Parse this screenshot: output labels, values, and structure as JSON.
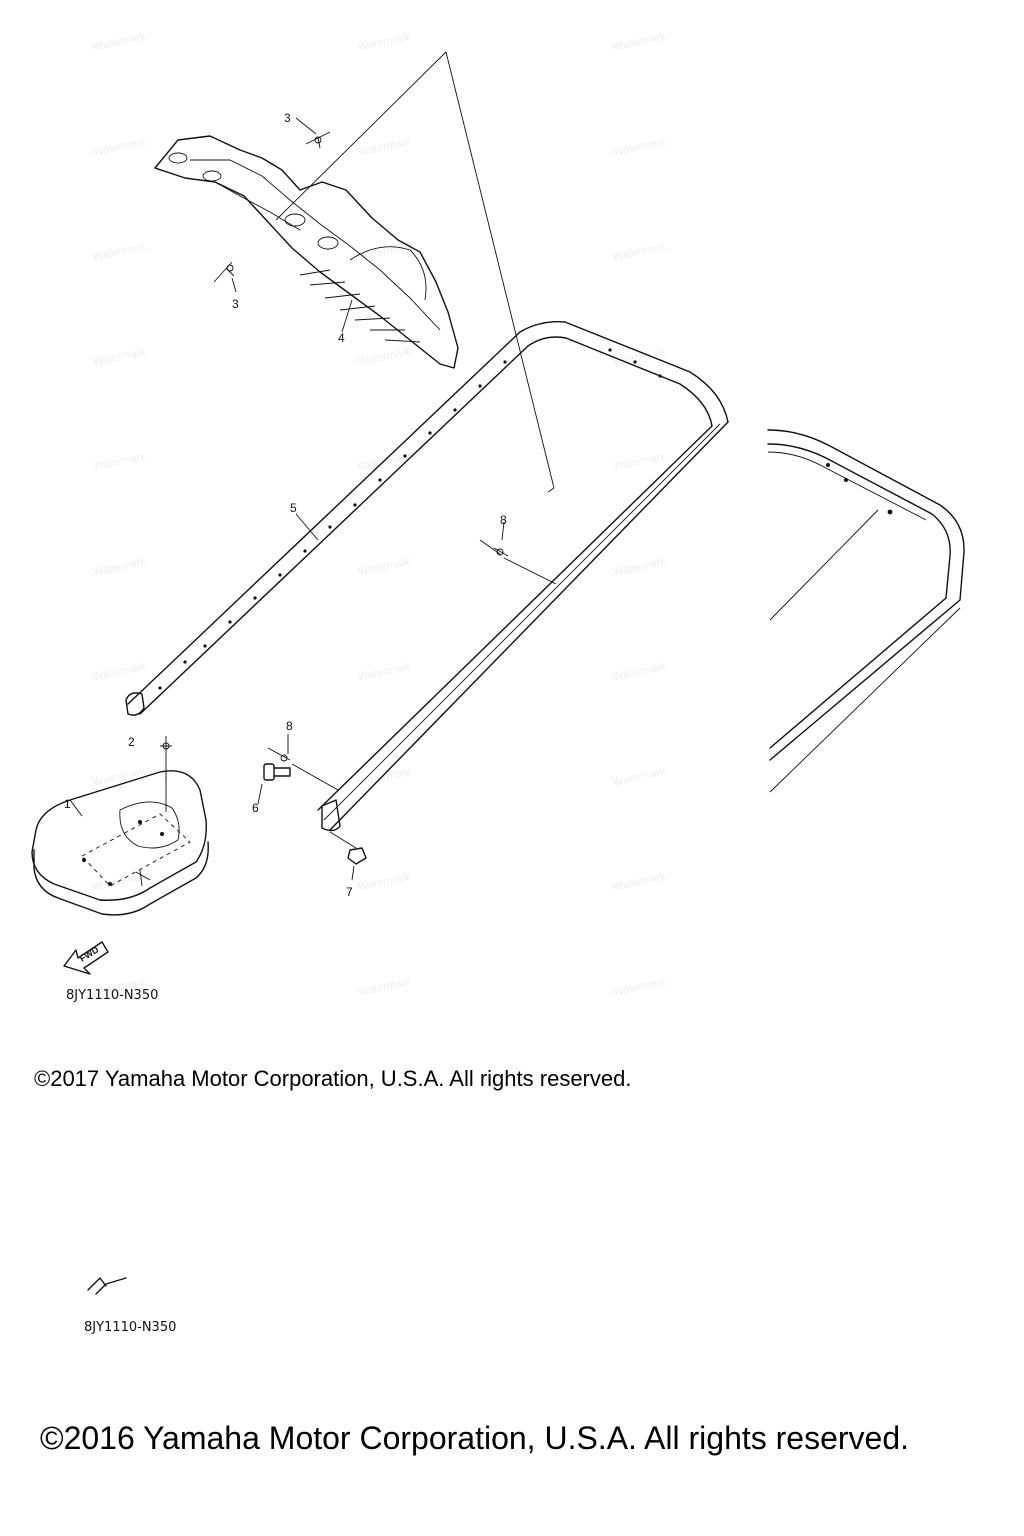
{
  "callouts": [
    "1",
    "2",
    "3",
    "3",
    "4",
    "5",
    "6",
    "7",
    "8",
    "8"
  ],
  "fwd_label": "FWD",
  "diagram_code_1": "8JY1110-N350",
  "copyright_1": "©2017 Yamaha Motor Corporation, U.S.A. All rights reserved.",
  "diagram_code_2": "8JY1110-N350",
  "copyright_2": "©2016 Yamaha Motor Corporation, U.S.A. All rights reserved.",
  "watermark_text": "Watermark"
}
